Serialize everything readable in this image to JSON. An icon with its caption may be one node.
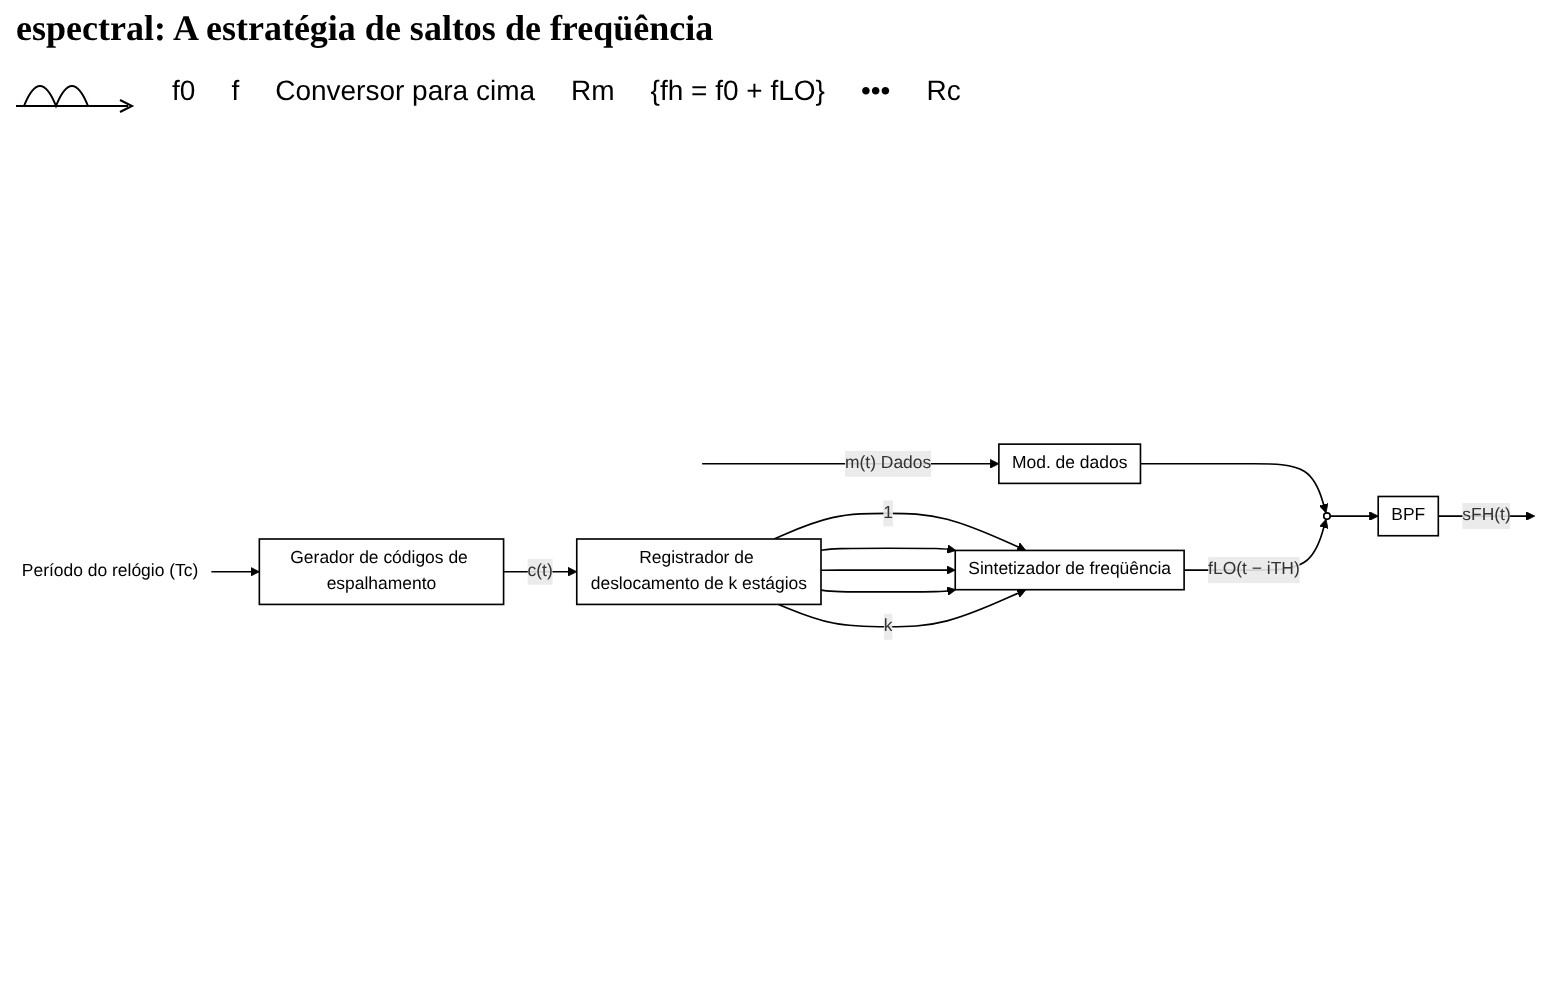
{
  "diagram": {
    "title": "espectral: A estratégia de saltos de freqüência",
    "nodes": [
      {
        "text": [
          "Mod. de dados"
        ]
      },
      {
        "text": [],
        "shape": "circle"
      },
      {
        "text": [
          "BPF"
        ]
      },
      {
        "text": [
          "Sintetizador de freqüência"
        ]
      },
      {
        "text": [
          "Registrador de deslocamento de k estágios"
        ]
      },
      {
        "text": [
          "Gerador de códigos de espalhamento"
        ]
      },
      {
        "text": [
          "Período do relógio (Tc)"
        ]
      }
    ],
    "edges": [
      {
        "from": null,
        "to": 0,
        "arrow": "to",
        "label": "m(t) Dados"
      },
      {
        "from": 0,
        "to": 1,
        "arrow": "to"
      },
      {
        "from": 1,
        "to": 2,
        "arrow": "to"
      },
      {
        "from": 2,
        "to": null,
        "arrow": "to",
        "label": "sFH(t)"
      },
      {
        "from": 3,
        "to": 1,
        "arrow": "to",
        "label": "fLO(t − iTH)"
      },
      {
        "from": 4,
        "to": 3,
        "arrow": "to",
        "label": "1"
      },
      {
        "from": 4,
        "to": 3,
        "arrow": "to"
      },
      {
        "from": 4,
        "to": 3,
        "arrow": "to"
      },
      {
        "from": 4,
        "to": 3,
        "arrow": "to"
      },
      {
        "from": 4,
        "to": 3,
        "arrow": "to",
        "label": "k"
      },
      {
        "from": 5,
        "to": 4,
        "arrow": "to",
        "label": "c(t)"
      },
      {
        "from": 6,
        "to": 5,
        "arrow": "to"
      }
    ],
    "labels": [
      "f0",
      "f",
      "Conversor para cima",
      "Rm",
      "{fh = f0 + fLO}",
      "•••",
      "Rc"
    ]
  }
}
